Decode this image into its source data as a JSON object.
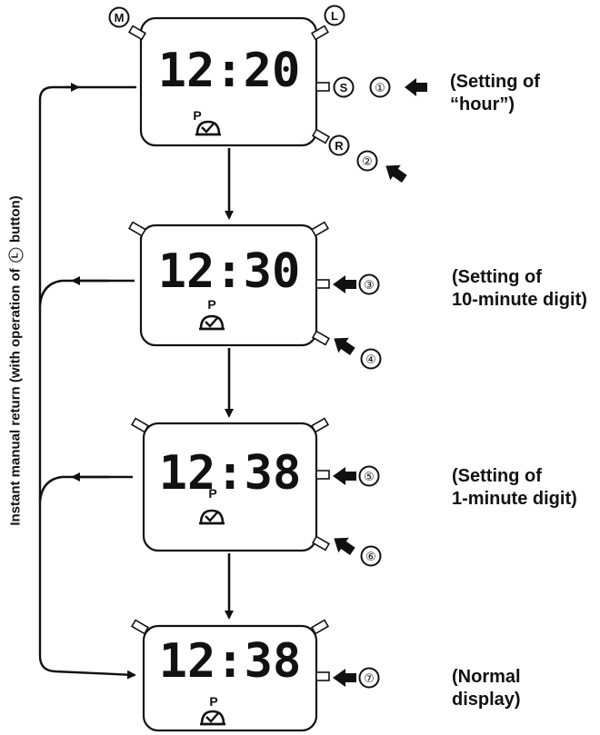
{
  "watches": [
    {
      "time": "12:20",
      "indicator": "P"
    },
    {
      "time": "12:30",
      "indicator": "P"
    },
    {
      "time": "12:38",
      "indicator": "P"
    },
    {
      "time": "12:38",
      "indicator": "P"
    }
  ],
  "buttons": {
    "m": "M",
    "l": "L",
    "s": "S",
    "r": "R"
  },
  "step_numbers": [
    "①",
    "②",
    "③",
    "④",
    "⑤",
    "⑥",
    "⑦"
  ],
  "notes": {
    "n1": [
      "(Setting of",
      "“hour”)"
    ],
    "n2": [
      "(Setting of",
      "10-minute digit)"
    ],
    "n3": [
      "(Setting of",
      "1-minute digit)"
    ],
    "n4": [
      "(Normal",
      "display)"
    ]
  },
  "side_label": {
    "before": "Instant manual return (with operation of",
    "button": "L",
    "after": "button)"
  }
}
